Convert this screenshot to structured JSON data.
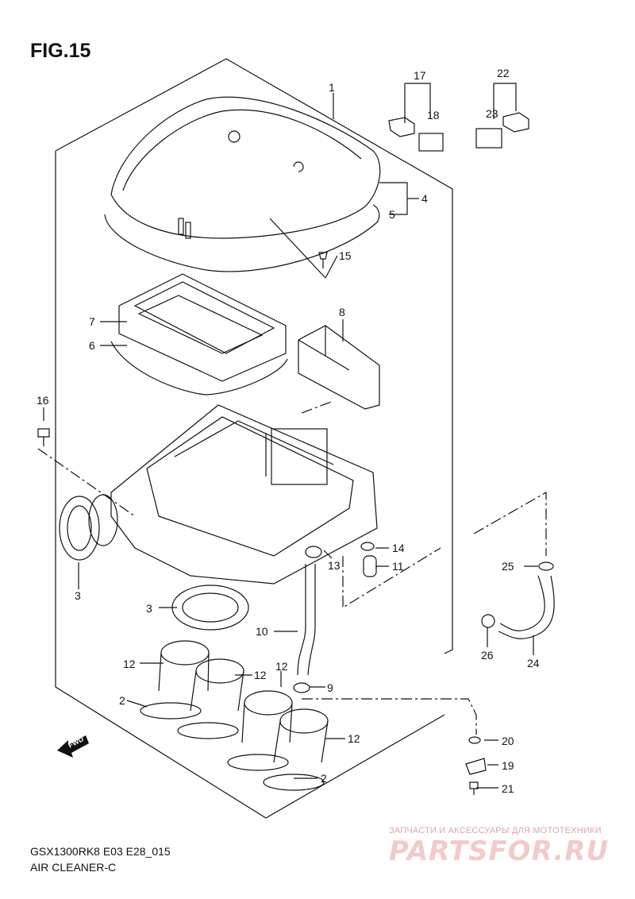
{
  "figure": {
    "title": "FIG.15"
  },
  "model": {
    "code": "GSX1300RK8 E03 E28_015",
    "name": "AIR CLEANER-C"
  },
  "watermark": {
    "caption": "ЗАПЧАСТИ И АКСЕССУАРЫ ДЛЯ МОТОТЕХНИКИ",
    "logo": "PARTSFOR.RU"
  },
  "fwd_arrow": {
    "label": "FWD"
  },
  "callouts": {
    "c1": "1",
    "c17": "17",
    "c18": "18",
    "c22": "22",
    "c23": "23",
    "c4": "4",
    "c5": "5",
    "c15": "15",
    "c7": "7",
    "c6": "6",
    "c8": "8",
    "c16": "16",
    "c3a": "3",
    "c3b": "3",
    "c14": "14",
    "c13": "13",
    "c11": "11",
    "c25": "25",
    "c10": "10",
    "c26": "26",
    "c24": "24",
    "c12a": "12",
    "c12b": "12",
    "c12c": "12",
    "c12d": "12",
    "c9": "9",
    "c2a": "2",
    "c2b": "2",
    "c20": "20",
    "c19": "19",
    "c21": "21"
  }
}
